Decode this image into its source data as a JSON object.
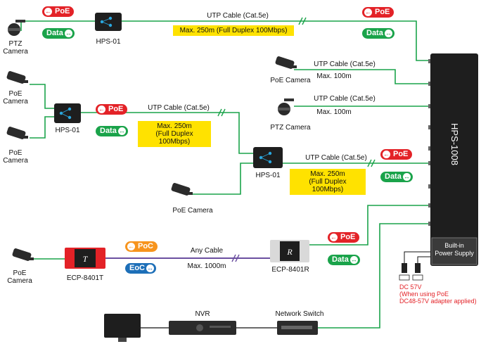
{
  "nodes": {
    "ptz_camera_1": "PTZ\nCamera",
    "hps01_top": "HPS-01",
    "poe_camera_a": "PoE\nCamera",
    "poe_camera_b": "PoE\nCamera",
    "hps01_left": "HPS-01",
    "hps01_mid": "HPS-01",
    "poe_camera_mid": "PoE Camera",
    "poe_camera_upper": "PoE Camera",
    "ptz_camera_2": "PTZ Camera",
    "poe_camera_eoc": "PoE\nCamera",
    "ecp_8401t": "ECP-8401T",
    "ecp_8401r": "ECP-8401R",
    "nvr": "NVR",
    "network_switch": "Network Switch",
    "hps1008": "HPS-1008",
    "builtin_psu": "Built-in\nPower Supply"
  },
  "links": {
    "top_cable": "UTP Cable (Cat.5e)",
    "top_spec": "Max. 250m  (Full Duplex 100Mbps)",
    "upper_cam_cable": "UTP Cable (Cat.5e)",
    "upper_cam_spec": "Max. 100m",
    "ptz2_cable": "UTP Cable (Cat.5e)",
    "ptz2_spec": "Max. 100m",
    "left_cable": "UTP Cable (Cat.5e)",
    "left_spec": "Max. 250m\n(Full Duplex 100Mbps)",
    "mid_cable": "UTP Cable (Cat.5e)",
    "mid_spec": "Max. 250m\n(Full Duplex 100Mbps)",
    "eoc_cable": "Any Cable",
    "eoc_spec": "Max. 1000m"
  },
  "badges": {
    "poe": "PoE",
    "data": "Data",
    "poc": "PoC",
    "eoc": "EoC"
  },
  "power_note": "DC 57V\n(When using PoE\nDC48-57V adapter applied)",
  "colors": {
    "poe_red": "#e32227",
    "data_green": "#1aa34a",
    "poc_orange": "#f7941d",
    "eoc_blue": "#1d6fb8",
    "utp_line": "#1aa34a",
    "eoc_line": "#6b4fa0",
    "highlight_yellow": "#ffe200",
    "device_dark": "#1e1e1e"
  }
}
